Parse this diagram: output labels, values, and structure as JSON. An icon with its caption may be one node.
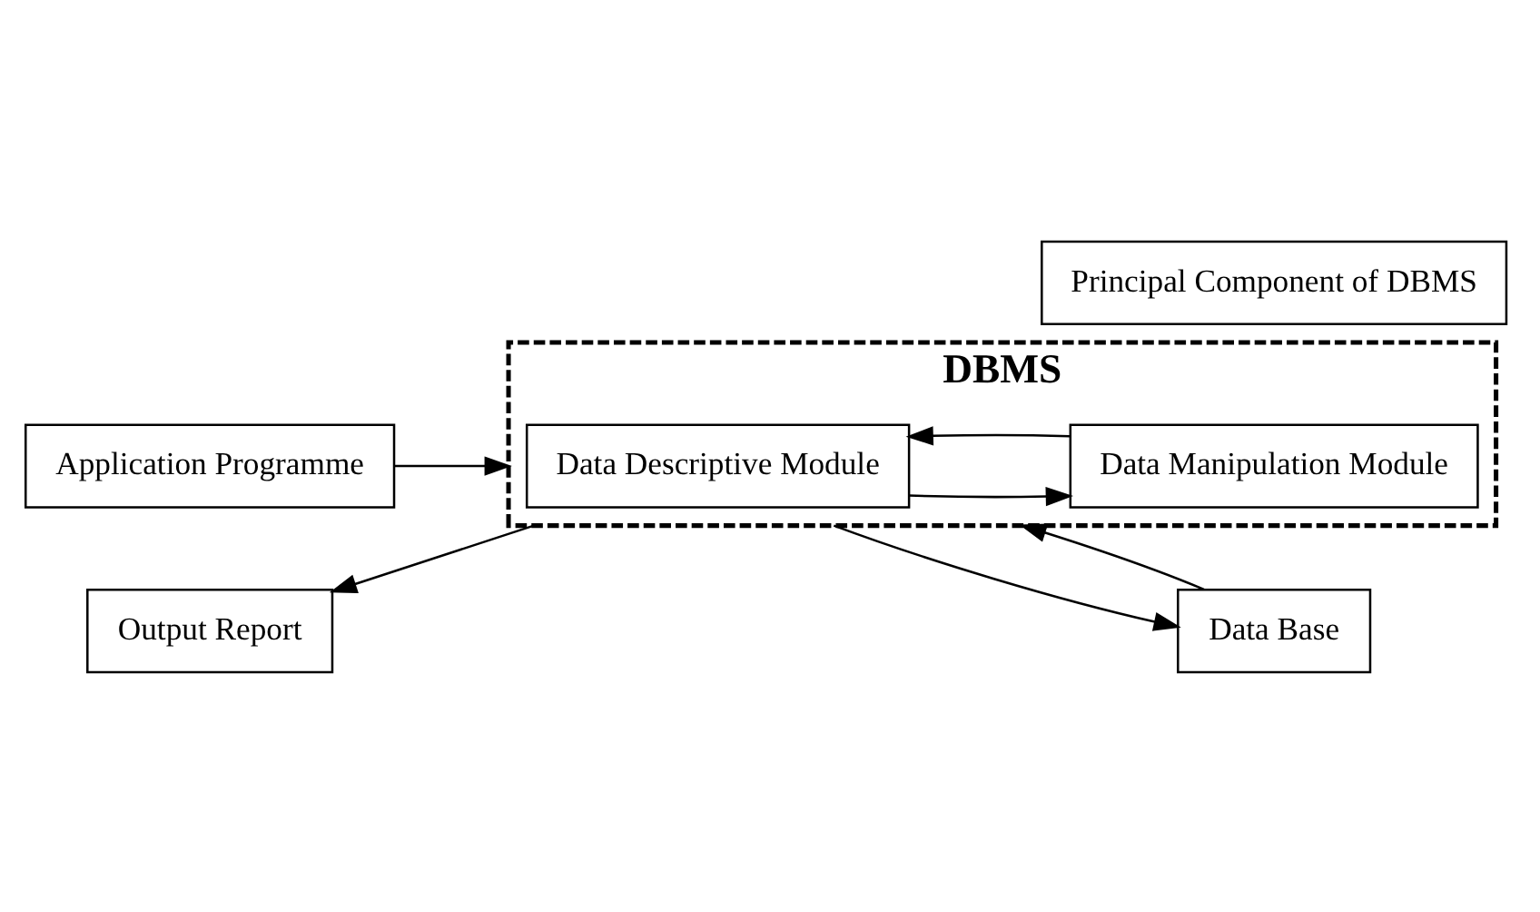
{
  "diagram": {
    "nodes": [
      {
        "text": [
          "DBMS"
        ]
      },
      {
        "text": [
          "Application Programme"
        ]
      },
      {
        "text": [
          "Data Descriptive Module"
        ],
        "in": 0
      },
      {
        "text": [
          "Data Manipulation Module"
        ],
        "in": 0
      },
      {
        "text": [
          "Output Report"
        ]
      },
      {
        "text": [
          "Data Base"
        ]
      },
      {
        "text": [
          "Principal Component of DBMS"
        ]
      }
    ],
    "edges": [
      {
        "from": 1,
        "to": 0,
        "arrow": "to"
      },
      {
        "from": 2,
        "to": 3,
        "arrow": "to"
      },
      {
        "from": 3,
        "to": 2,
        "arrow": "to"
      },
      {
        "from": 0,
        "to": 4,
        "arrow": "to"
      },
      {
        "from": 0,
        "to": 5,
        "arrow": "to"
      },
      {
        "from": 5,
        "to": 0,
        "arrow": "to"
      }
    ]
  }
}
